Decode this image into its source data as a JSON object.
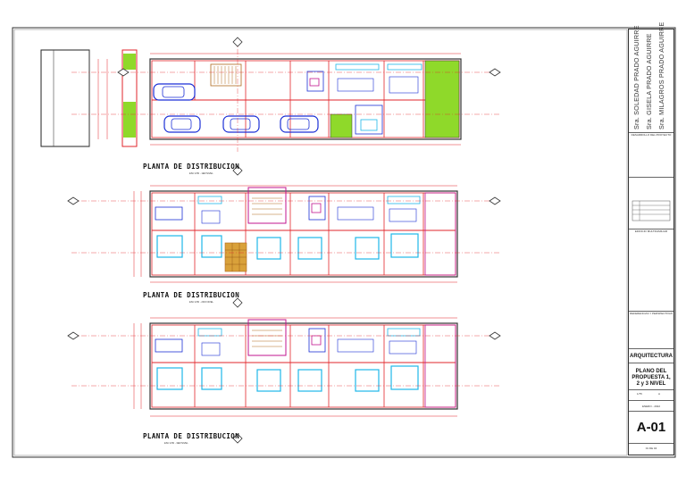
{
  "owners": [
    "Sra. SOLEDAD PRADO AGUIRRE",
    "Sra. GISELA PRADO AGUIRRE",
    "Sra. MILAGROS PRADO AGUIRRE"
  ],
  "plans": [
    {
      "title": "PLANTA DE DISTRIBUCION",
      "subtitle": "ESC 1/50 - 1ER NIVEL"
    },
    {
      "title": "PLANTA DE DISTRIBUCION",
      "subtitle": "ESC 1/50 - 2DO NIVEL"
    },
    {
      "title": "PLANTA DE DISTRIBUCION",
      "subtitle": "ESC 1/50 - 3ER NIVEL"
    }
  ],
  "title_block": {
    "discipline": "ARQUITECTURA",
    "sheet_title": "PLANO DEL PROPUESTA 1, 2 y 3 NIVEL",
    "scale_label": "1/75",
    "scale_code": "A",
    "date": "ENERO - 2022",
    "sheet_code": "A-01",
    "sheet_number": "01 DE 04",
    "note_project": "DESARROLLO DEL PROYECTO",
    "note_building": "EDIFICIO MULTIFAMILIAR",
    "note_reference": "REFERENCIAS Y PERSPECTIVAS"
  },
  "colors": {
    "wall_red": "#e2262b",
    "furniture_blue": "#1b2fd6",
    "fill_green": "#8fd92a",
    "cyan_fixture": "#1fb7e8",
    "stair_brown": "#b06a1e",
    "magenta": "#c2148f",
    "line_dark": "#333333"
  }
}
